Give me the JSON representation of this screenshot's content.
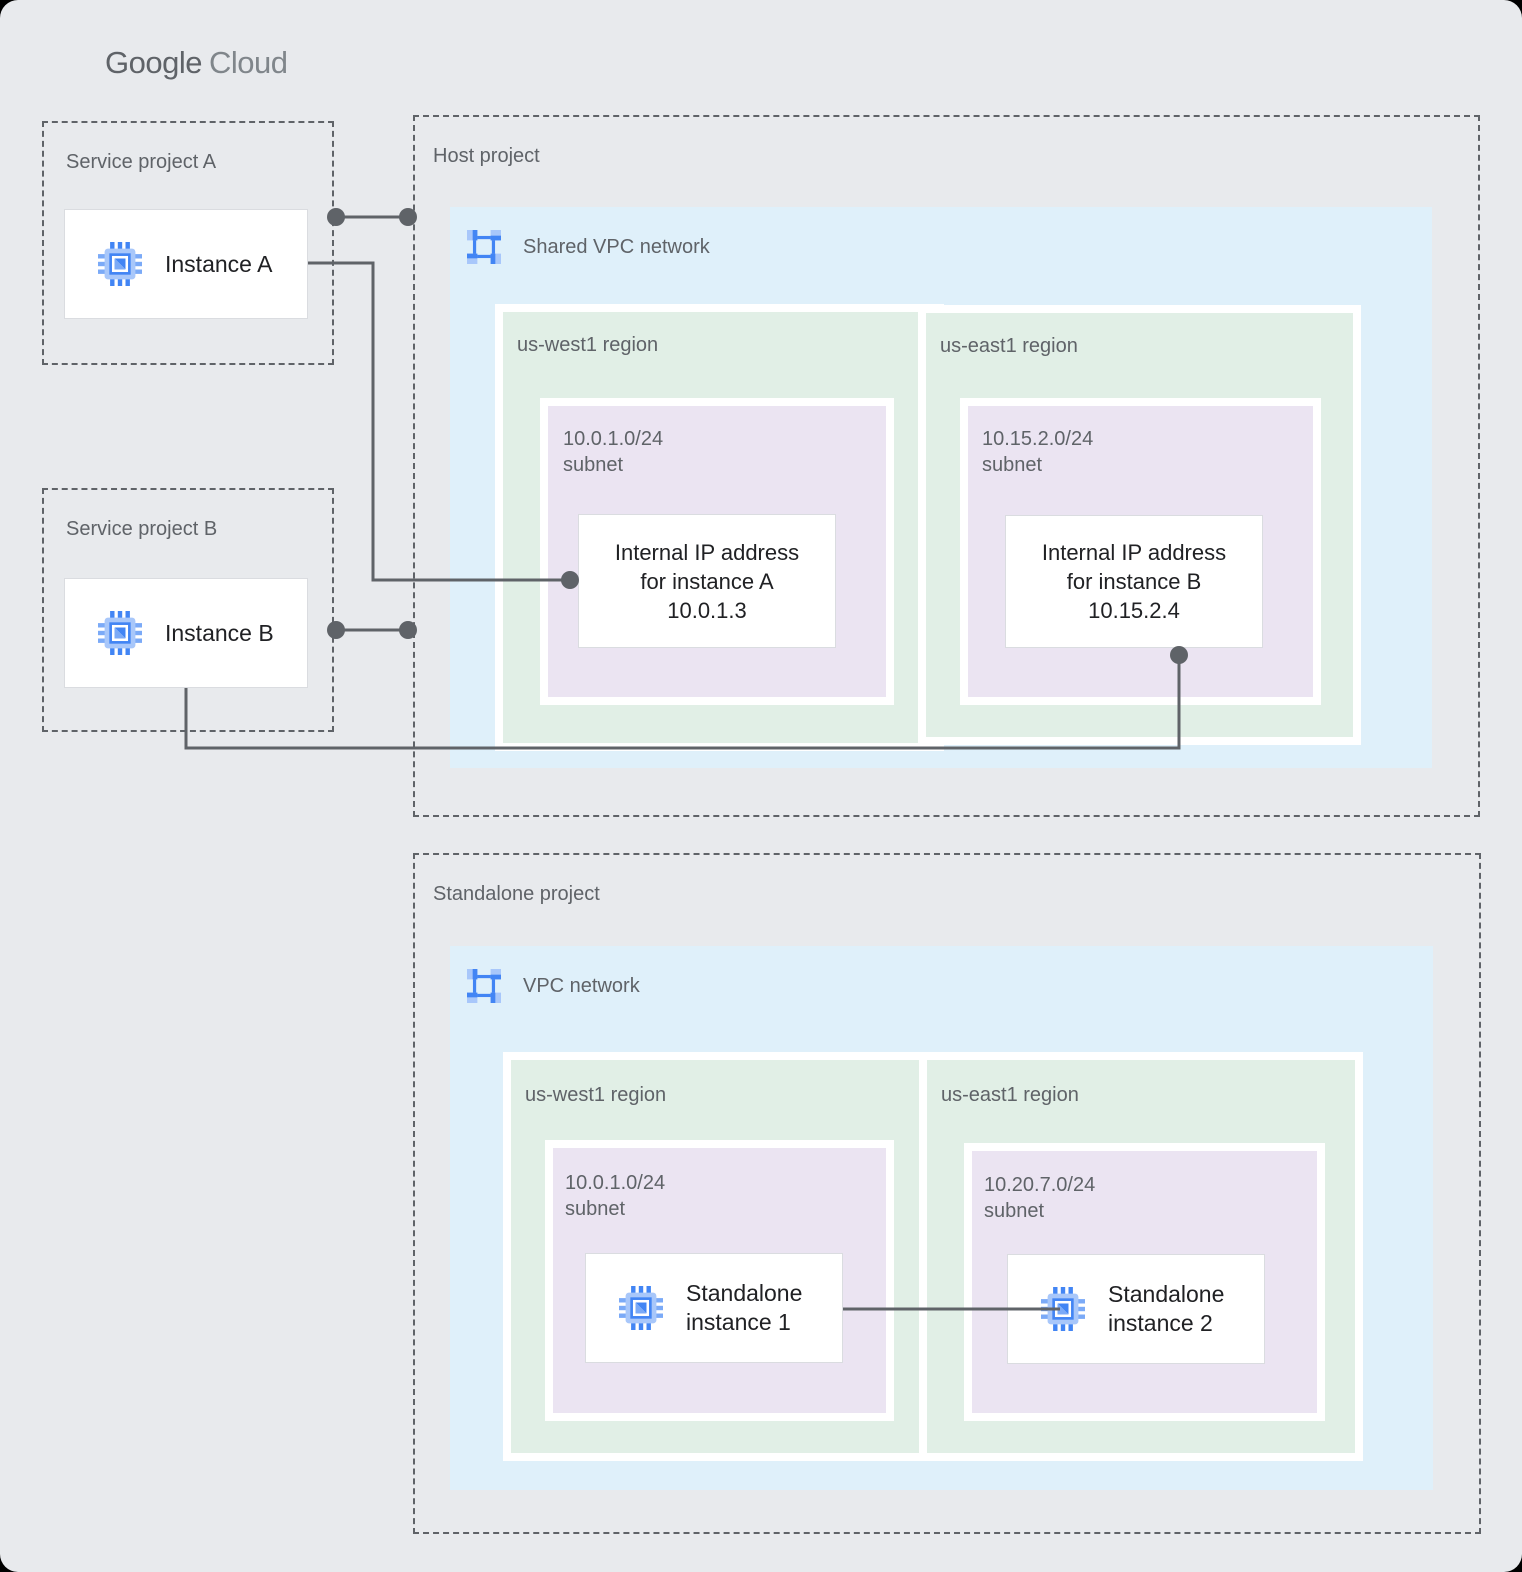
{
  "logo": {
    "google": "Google",
    "cloud": "Cloud"
  },
  "service_project_a": {
    "label": "Service project A",
    "instance_label": "Instance A"
  },
  "service_project_b": {
    "label": "Service project B",
    "instance_label": "Instance B"
  },
  "host_project": {
    "label": "Host project",
    "network_label": "Shared VPC network",
    "regions": [
      {
        "label": "us-west1 region",
        "subnet_cidr": "10.0.1.0/24",
        "subnet_word": "subnet",
        "card_lines": [
          "Internal IP address",
          "for instance A",
          "10.0.1.3"
        ]
      },
      {
        "label": "us-east1 region",
        "subnet_cidr": "10.15.2.0/24",
        "subnet_word": "subnet",
        "card_lines": [
          "Internal IP address",
          "for instance B",
          "10.15.2.4"
        ]
      }
    ]
  },
  "standalone_project": {
    "label": "Standalone project",
    "network_label": "VPC network",
    "regions": [
      {
        "label": "us-west1 region",
        "subnet_cidr": "10.0.1.0/24",
        "subnet_word": "subnet",
        "card_lines": [
          "Standalone",
          "instance 1"
        ]
      },
      {
        "label": "us-east1 region",
        "subnet_cidr": "10.20.7.0/24",
        "subnet_word": "subnet",
        "card_lines": [
          "Standalone",
          "instance 2"
        ]
      }
    ]
  },
  "colors": {
    "google_blue": "#4285F4",
    "light_blue": "#A8C7FA",
    "network_bg": "#DFF0FA",
    "region_bg": "#E1EFE6",
    "subnet_bg": "#EBE4F2",
    "connector": "#5F6368",
    "canvas_bg": "#E8EAED"
  }
}
